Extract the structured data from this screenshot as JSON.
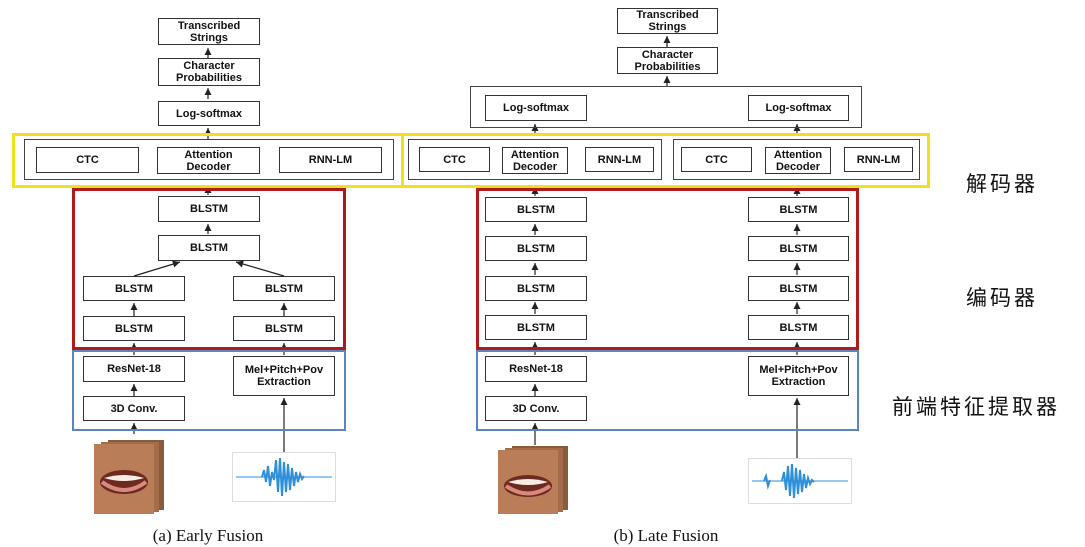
{
  "early": {
    "transcribed": "Transcribed\nStrings",
    "char_prob": "Character\nProbabilities",
    "log_softmax": "Log-softmax",
    "ctc": "CTC",
    "attention": "Attention\nDecoder",
    "rnnlm": "RNN-LM",
    "blstm": "BLSTM",
    "resnet": "ResNet-18",
    "conv": "3D Conv.",
    "mel": "Mel+Pitch+Pov\nExtraction",
    "caption": "(a) Early Fusion"
  },
  "late": {
    "transcribed": "Transcribed\nStrings",
    "char_prob": "Character\nProbabilities",
    "log_softmax": "Log-softmax",
    "ctc": "CTC",
    "attention": "Attention\nDecoder",
    "rnnlm": "RNN-LM",
    "blstm": "BLSTM",
    "resnet": "ResNet-18",
    "conv": "3D Conv.",
    "mel": "Mel+Pitch+Pov\nExtraction",
    "caption": "(b) Late Fusion"
  },
  "labels": {
    "decoder": "解码器",
    "encoder": "编码器",
    "frontend": "前端特征提取器"
  },
  "colors": {
    "decoder_frame": "#f2e01a",
    "encoder_frame": "#b11a1a",
    "frontend_frame": "#5b86bd",
    "waveform": "#2f8fd8"
  }
}
